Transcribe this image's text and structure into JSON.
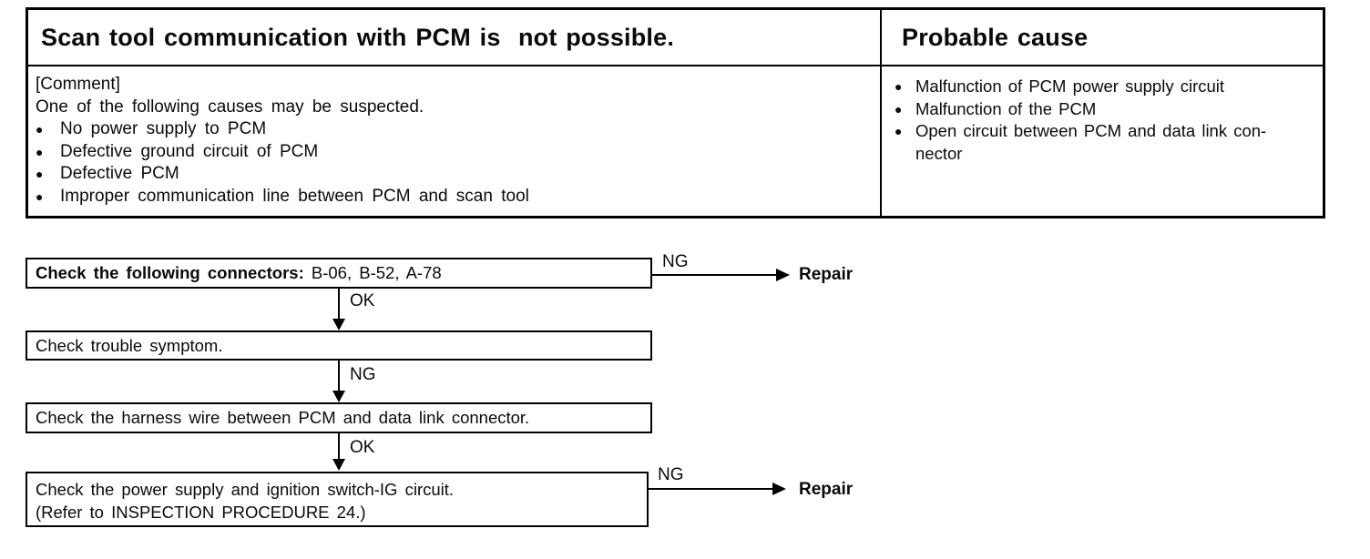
{
  "table": {
    "symptom_title": "Scan tool communication with PCM is  not possible.",
    "probable_cause_title": "Probable cause",
    "comment_label": "[Comment]",
    "comment_intro": "One of the following causes may be suspected.",
    "bullet": "●",
    "suspected_causes": [
      "No power supply to PCM",
      "Defective ground circuit of PCM",
      "Defective PCM",
      "Improper communication line between PCM and scan tool"
    ],
    "probable_causes": [
      "Malfunction of PCM power supply circuit",
      "Malfunction of the PCM",
      "Open circuit between PCM and data link con-\nnector"
    ]
  },
  "flow": {
    "step1_bold": "Check the following connectors:",
    "step1_rest": " B-06, B-52, A-78",
    "step2": "Check trouble symptom.",
    "step3": "Check the harness wire between PCM and data link connector.",
    "step4_line1": "Check the power supply and ignition switch-IG circuit.",
    "step4_line2": "(Refer to INSPECTION PROCEDURE 24.)",
    "ok": "OK",
    "ng": "NG",
    "repair": "Repair"
  }
}
